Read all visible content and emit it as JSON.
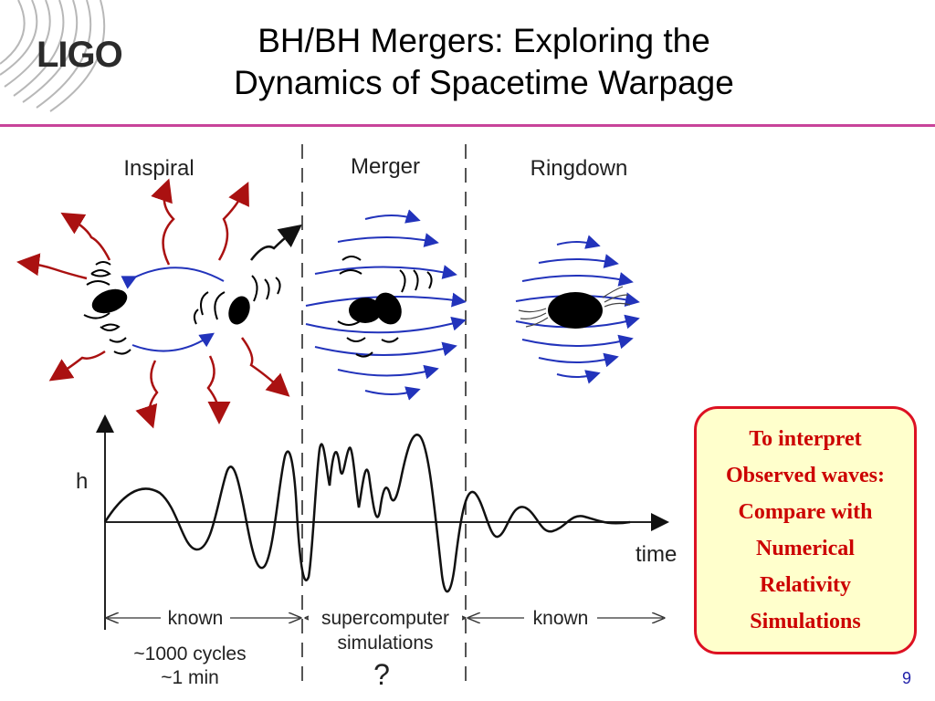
{
  "slide": {
    "title_line1": "BH/BH Mergers: Exploring the",
    "title_line2": "Dynamics of Spacetime Warpage",
    "page_number": "9"
  },
  "logo": {
    "text": "LIGO"
  },
  "phases": {
    "inspiral": "Inspiral",
    "merger": "Merger",
    "ringdown": "Ringdown"
  },
  "axes": {
    "y_label": "h",
    "x_label": "time"
  },
  "bottom_labels": {
    "known_left": "known",
    "supercomputer_line1": "supercomputer",
    "supercomputer_line2": "simulations",
    "question": "?",
    "known_right": "known",
    "cycles": "~1000 cycles",
    "minutes": "~1 min"
  },
  "callout": {
    "lines": [
      "To interpret",
      "Observed waves:",
      "Compare with",
      "Numerical",
      "Relativity",
      "Simulations"
    ],
    "border_color": "#dd1122",
    "text_color": "#cc0000",
    "background": "#ffffcc"
  },
  "colors": {
    "accent_rule": "#c8449a",
    "arrow_red": "#aa1111",
    "orbit_blue": "#2233bb"
  }
}
